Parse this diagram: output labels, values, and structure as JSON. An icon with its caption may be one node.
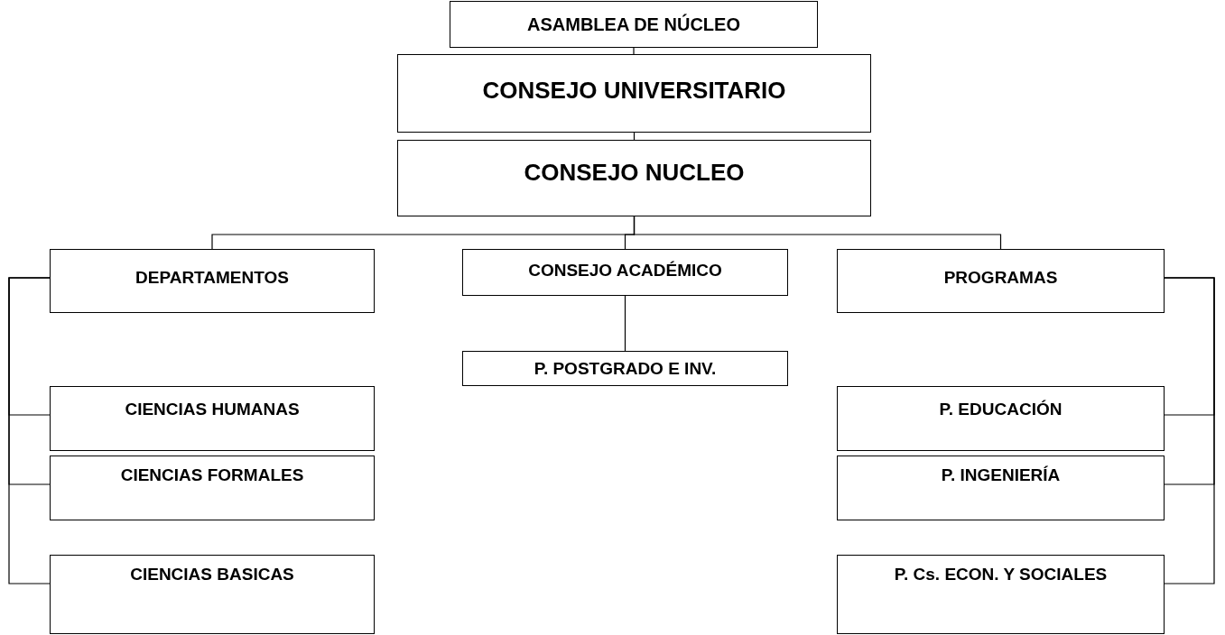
{
  "diagram": {
    "nodes": [
      {
        "text": [
          "ASAMBLEA DE NÚCLEO"
        ]
      },
      {
        "text": [
          "CONSEJO UNIVERSITARIO"
        ]
      },
      {
        "text": [
          "CONSEJO NUCLEO"
        ]
      },
      {
        "text": [
          "DEPARTAMENTOS"
        ]
      },
      {
        "text": [
          "CONSEJO ACADÉMICO"
        ]
      },
      {
        "text": [
          "PROGRAMAS"
        ]
      },
      {
        "text": [
          "P. POSTGRADO E INV."
        ]
      },
      {
        "text": [
          "CIENCIAS HUMANAS"
        ]
      },
      {
        "text": [
          "CIENCIAS FORMALES"
        ]
      },
      {
        "text": [
          "CIENCIAS BASICAS"
        ]
      },
      {
        "text": [
          "P. EDUCACIÓN"
        ]
      },
      {
        "text": [
          "P. INGENIERÍA"
        ]
      },
      {
        "text": [
          "P. Cs. ECON. Y SOCIALES"
        ]
      }
    ],
    "edges": [
      {
        "from": 0,
        "to": 1,
        "arrow": "none"
      },
      {
        "from": 1,
        "to": 2,
        "arrow": "none"
      },
      {
        "from": 2,
        "to": 3,
        "arrow": "none"
      },
      {
        "from": 2,
        "to": 4,
        "arrow": "none"
      },
      {
        "from": 2,
        "to": 5,
        "arrow": "none"
      },
      {
        "from": 4,
        "to": 6,
        "arrow": "none"
      },
      {
        "from": 3,
        "to": 7,
        "arrow": "none"
      },
      {
        "from": 3,
        "to": 8,
        "arrow": "none"
      },
      {
        "from": 3,
        "to": 9,
        "arrow": "none"
      },
      {
        "from": 5,
        "to": 10,
        "arrow": "none"
      },
      {
        "from": 5,
        "to": 11,
        "arrow": "none"
      },
      {
        "from": 5,
        "to": 12,
        "arrow": "none"
      }
    ]
  }
}
